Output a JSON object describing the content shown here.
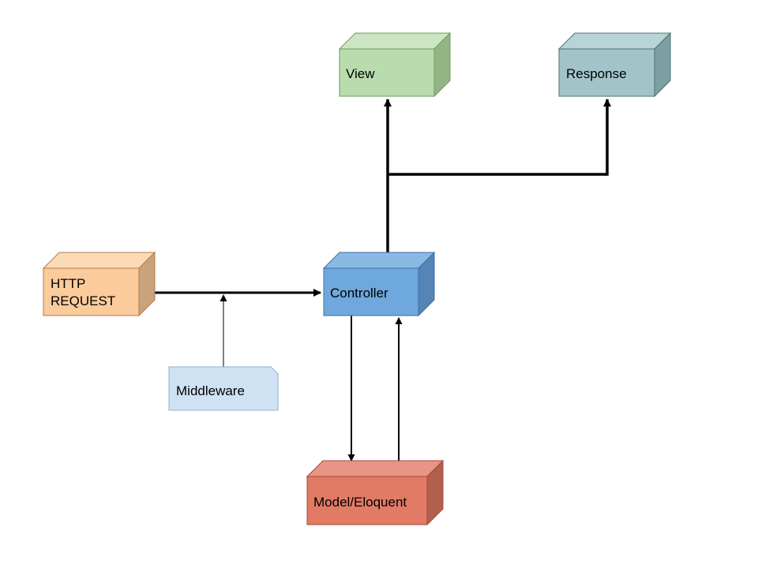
{
  "diagram": {
    "nodes": {
      "view": {
        "label": "View",
        "front": "#b9dcae",
        "top": "#cce5c2",
        "side": "#93b586",
        "stroke": "#6d9b5b"
      },
      "response": {
        "label": "Response",
        "front": "#a2c4c9",
        "top": "#b8d4d7",
        "side": "#7d9ea3",
        "stroke": "#4f7176"
      },
      "http_request": {
        "label_line1": "HTTP",
        "label_line2": "REQUEST",
        "front": "#fbcb9c",
        "top": "#fcdab6",
        "side": "#c8a37c",
        "stroke": "#b07d4a"
      },
      "controller": {
        "label": "Controller",
        "front": "#6fa8dc",
        "top": "#8ab9e4",
        "side": "#5585b5",
        "stroke": "#3d6fa8"
      },
      "middleware": {
        "label": "Middleware",
        "fill": "#cfe2f3",
        "stroke": "#8fb0cf"
      },
      "model": {
        "label": "Model/Eloquent",
        "front": "#e17b66",
        "top": "#e89585",
        "side": "#b35f4f",
        "stroke": "#a4483a"
      }
    },
    "edges": [
      {
        "from": "HTTP REQUEST",
        "to": "Controller"
      },
      {
        "from": "Middleware",
        "to": "HTTP REQUEST → Controller"
      },
      {
        "from": "Controller",
        "to": "View"
      },
      {
        "from": "Controller",
        "to": "Response"
      },
      {
        "from": "Controller",
        "to": "Model/Eloquent"
      },
      {
        "from": "Model/Eloquent",
        "to": "Controller"
      }
    ]
  }
}
